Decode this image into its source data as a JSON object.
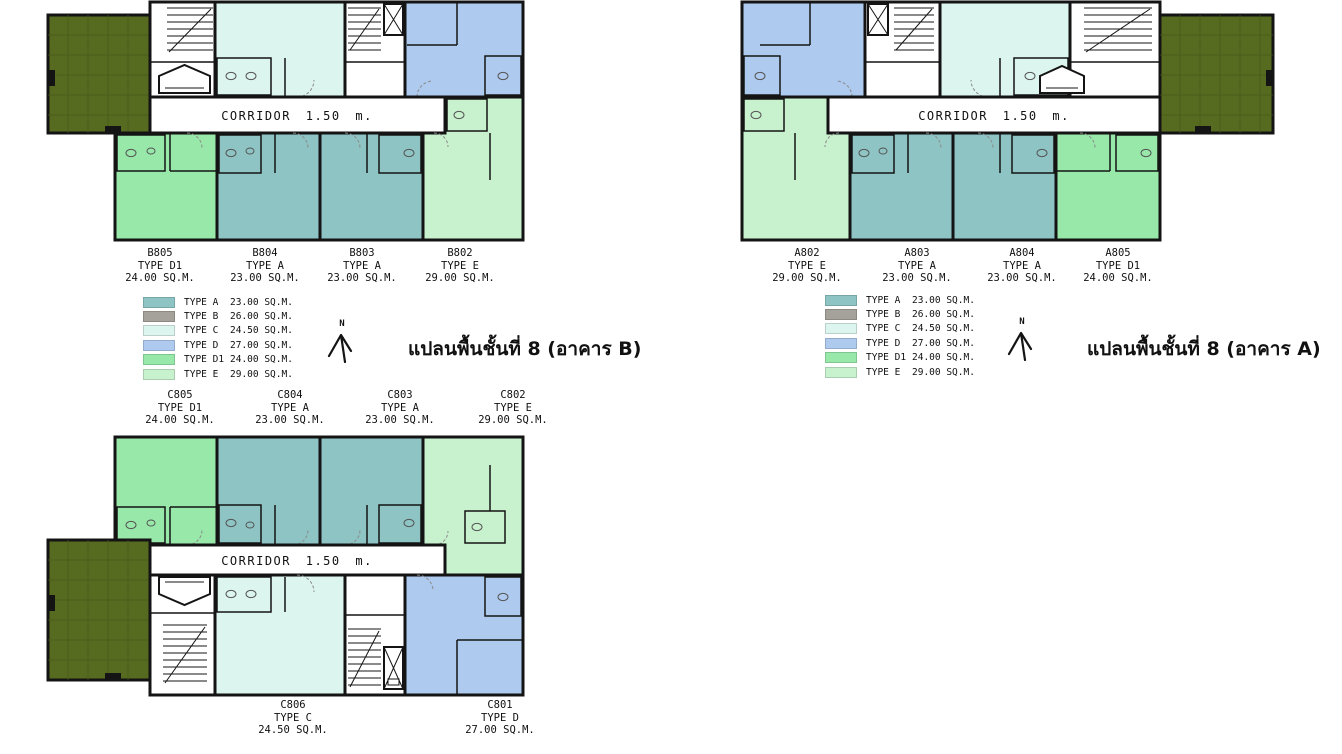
{
  "colors": {
    "type_a": "#8ec4c4",
    "type_b": "#a5a29b",
    "type_c": "#ddf5ef",
    "type_d": "#aecaef",
    "type_d1": "#97e8a9",
    "type_e": "#c8f1ce",
    "garden": "#566b1f",
    "wall": "#141414"
  },
  "corridor_label": "CORRIDOR 1.50 m.",
  "north_label": "N",
  "legend": {
    "items": [
      {
        "label": "TYPE A",
        "area": "23.00 SQ.M."
      },
      {
        "label": "TYPE B",
        "area": "26.00 SQ.M."
      },
      {
        "label": "TYPE C",
        "area": "24.50 SQ.M."
      },
      {
        "label": "TYPE D",
        "area": "27.00 SQ.M."
      },
      {
        "label": "TYPE D1",
        "area": "24.00 SQ.M."
      },
      {
        "label": "TYPE E",
        "area": "29.00 SQ.M."
      }
    ]
  },
  "plans": {
    "b": {
      "caption": "แปลนพื้นชั้นที่ 8 (อาคาร B)",
      "units": [
        {
          "no": "B805",
          "type": "TYPE D1",
          "area": "24.00 SQ.M."
        },
        {
          "no": "B804",
          "type": "TYPE A",
          "area": "23.00 SQ.M."
        },
        {
          "no": "B803",
          "type": "TYPE A",
          "area": "23.00 SQ.M."
        },
        {
          "no": "B802",
          "type": "TYPE E",
          "area": "29.00 SQ.M."
        }
      ]
    },
    "a": {
      "caption": "แปลนพื้นชั้นที่ 8 (อาคาร A)",
      "units": [
        {
          "no": "A802",
          "type": "TYPE E",
          "area": "29.00 SQ.M."
        },
        {
          "no": "A803",
          "type": "TYPE A",
          "area": "23.00 SQ.M."
        },
        {
          "no": "A804",
          "type": "TYPE A",
          "area": "23.00 SQ.M."
        },
        {
          "no": "A805",
          "type": "TYPE D1",
          "area": "24.00 SQ.M."
        }
      ]
    },
    "c": {
      "units_top": [
        {
          "no": "C805",
          "type": "TYPE D1",
          "area": "24.00 SQ.M."
        },
        {
          "no": "C804",
          "type": "TYPE A",
          "area": "23.00 SQ.M."
        },
        {
          "no": "C803",
          "type": "TYPE A",
          "area": "23.00 SQ.M."
        },
        {
          "no": "C802",
          "type": "TYPE E",
          "area": "29.00 SQ.M."
        }
      ],
      "units_bottom": [
        {
          "no": "C806",
          "type": "TYPE C",
          "area": "24.50 SQ.M."
        },
        {
          "no": "C801",
          "type": "TYPE D",
          "area": "27.00 SQ.M."
        }
      ]
    }
  }
}
